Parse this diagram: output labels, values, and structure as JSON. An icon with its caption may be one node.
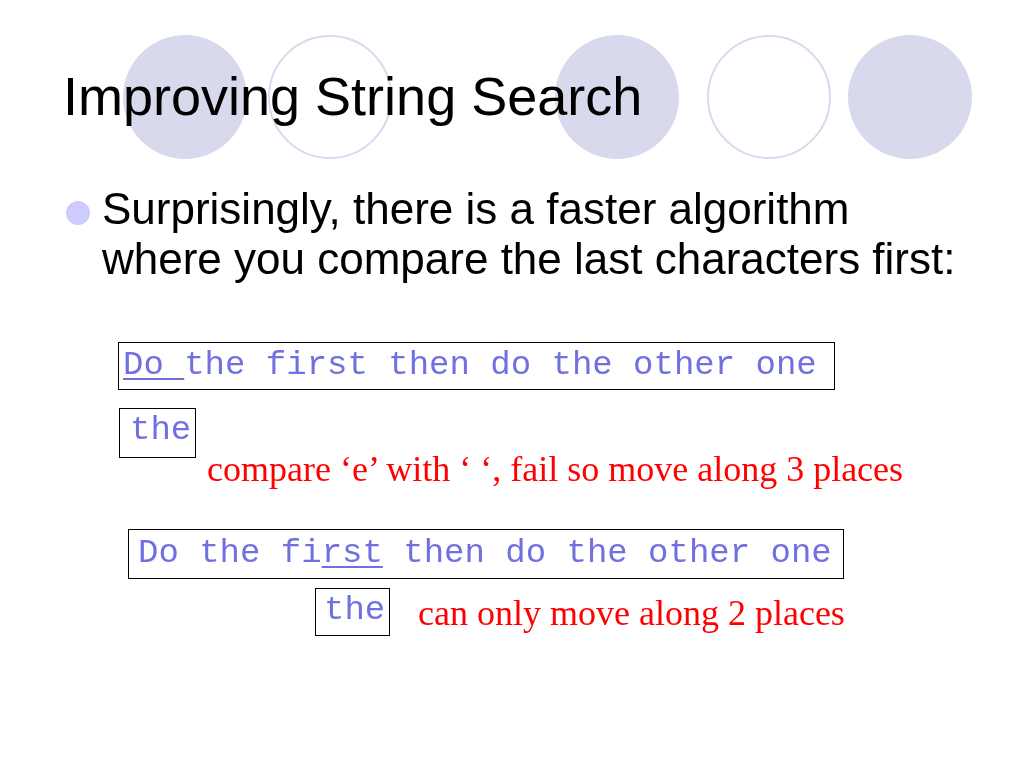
{
  "diagram": {
    "title": "Improving String Search",
    "nodes": [
      {
        "text": [
          "Do the first then do the other one"
        ]
      },
      {
        "text": [
          "the"
        ],
        "beside": [
          "compare ‘e’ with ‘ ‘, fail so move along 3 places"
        ]
      },
      {
        "text": [
          "Do the first then do the other one"
        ]
      },
      {
        "text": [
          "the"
        ],
        "beside": [
          "can only move along 2 places"
        ]
      }
    ],
    "labels": [
      "Surprisingly, there is a faster algorithm where you compare the last characters first:"
    ]
  }
}
